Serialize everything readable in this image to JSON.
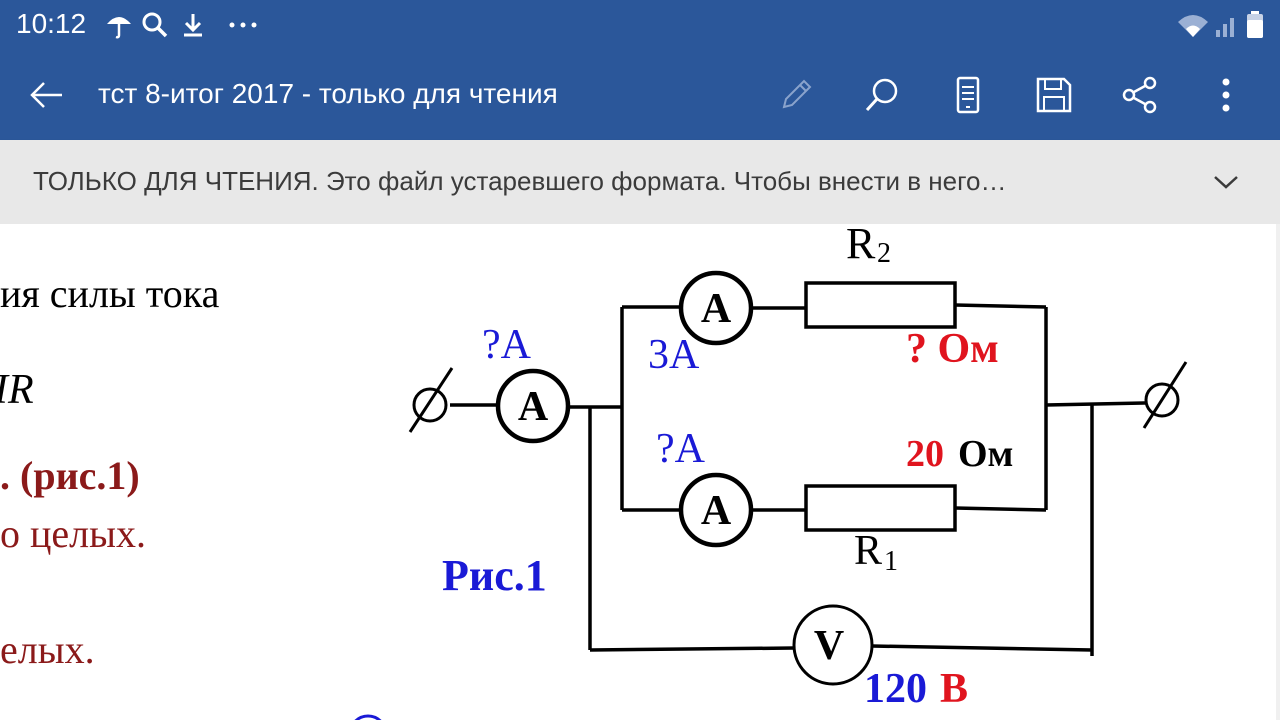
{
  "status_bar": {
    "time": "10:12",
    "icons": [
      "umbrella-icon",
      "search-icon",
      "download-icon",
      "more-dots-icon",
      "wifi-icon",
      "signal-icon",
      "battery-icon"
    ]
  },
  "app_bar": {
    "title": "тст 8-итог 2017 - только для чтения",
    "actions": [
      "back-arrow-icon",
      "edit-pencil-icon",
      "search-icon",
      "mobile-view-icon",
      "save-icon",
      "share-icon",
      "more-vertical-icon"
    ]
  },
  "banner": {
    "text": "ТОЛЬКО ДЛЯ ЧТЕНИЯ. Это файл устаревшего формата. Чтобы внести в него…"
  },
  "document": {
    "left_text": {
      "line1": "ия силы тока",
      "line2": "IR",
      "line3": ". (рис.1)",
      "line4": "о целых.",
      "line5": "елых."
    },
    "figure_caption": "Рис.1",
    "circuit": {
      "r2_label": "R",
      "r2_sub": "2",
      "r1_label": "R",
      "r1_sub": "1",
      "top_current": "3А",
      "top_resistance": "? Ом",
      "bottom_current": "?А",
      "bottom_resistance_value": "20",
      "bottom_resistance_unit": "Ом",
      "main_current": "?А",
      "ammeter_letter": "A",
      "voltmeter_letter": "V",
      "voltage_value": "120",
      "voltage_unit": "В"
    },
    "colors": {
      "blue": "#1a1ad6",
      "red": "#e0141e",
      "dark_red": "#8b1a1a",
      "black": "#000000",
      "app_blue": "#2b579a"
    }
  }
}
